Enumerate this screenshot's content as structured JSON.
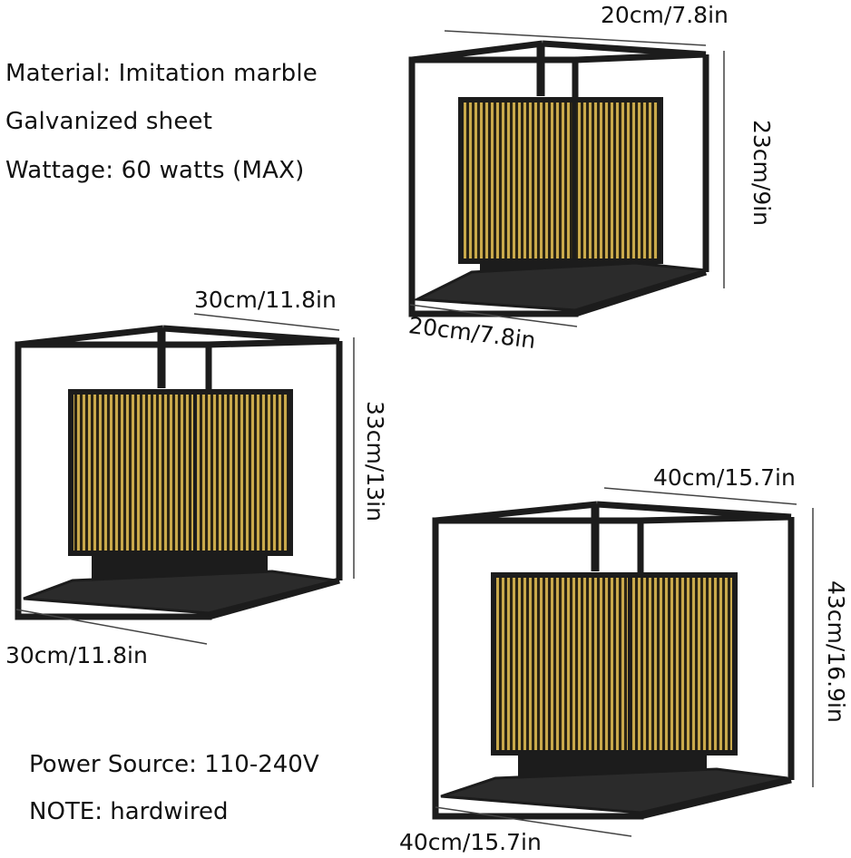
{
  "specs": {
    "material": "Material: Imitation marble",
    "sheet": "Galvanized sheet",
    "wattage": "Wattage: 60 watts (MAX)",
    "power": "Power Source: 110-240V",
    "note": "NOTE: hardwired"
  },
  "lamps": {
    "small": {
      "top_width": "20cm/7.8in",
      "height": "23cm/9in",
      "bottom_width": "20cm/7.8in"
    },
    "medium": {
      "top_width": "30cm/11.8in",
      "height": "33cm/13in",
      "bottom_width": "30cm/11.8in"
    },
    "large": {
      "top_width": "40cm/15.7in",
      "height": "43cm/16.9in",
      "bottom_width": "40cm/15.7in"
    }
  },
  "colors": {
    "frame": "#1c1c1c",
    "panel": "#c8a84a",
    "dimension_line": "#444444"
  }
}
